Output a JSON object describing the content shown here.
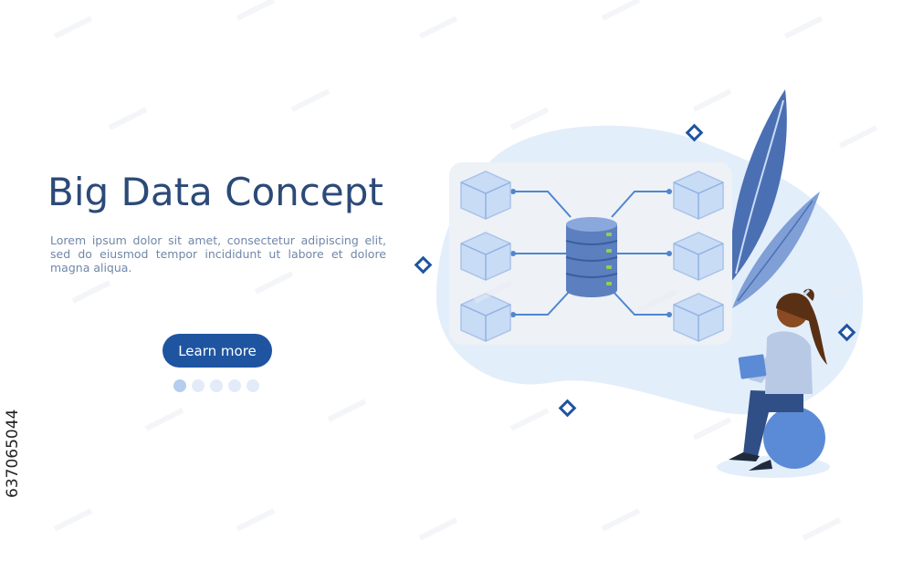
{
  "hero": {
    "title": "Big Data Concept",
    "body": "Lorem ipsum dolor sit amet, consectetur adipiscing elit, sed do eiusmod tempor incididunt ut labore et dolore magna aliqua.",
    "cta_label": "Learn more"
  },
  "carousel": {
    "dot_count": 5,
    "active_index": 0
  },
  "stock_id": "637065044",
  "colors": {
    "title": "#2c4a78",
    "cta": "#1f55a0",
    "blob": "#e3eefb",
    "panel": "#eef1f6",
    "cube": "#c9dcf5",
    "accent_green": "#8fd14f"
  },
  "icons": [
    "database-icon",
    "cube-icon",
    "diamond-icon",
    "leaf-icon",
    "person-illustration"
  ]
}
